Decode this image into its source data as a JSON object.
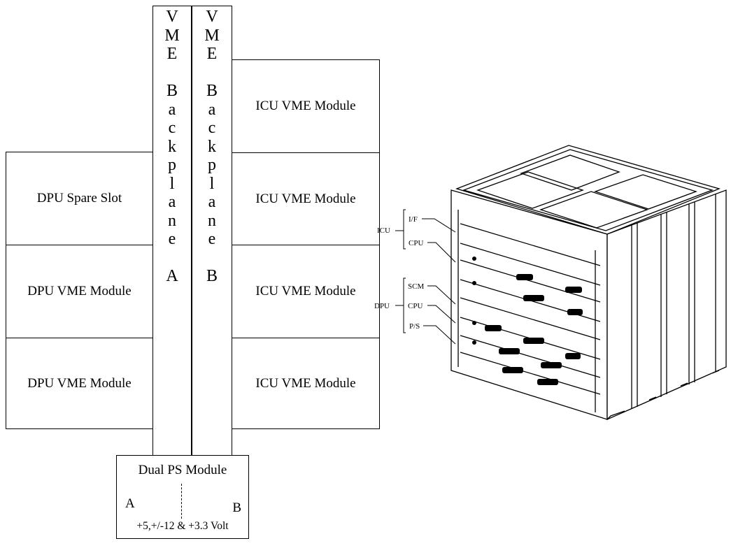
{
  "backplane_a": {
    "letters": [
      "V",
      "M",
      "E",
      "",
      "B",
      "a",
      "c",
      "k",
      "p",
      "l",
      "a",
      "n",
      "e",
      "",
      "A"
    ]
  },
  "backplane_b": {
    "letters": [
      "V",
      "M",
      "E",
      "",
      "B",
      "a",
      "c",
      "k",
      "p",
      "l",
      "a",
      "n",
      "e",
      "",
      "B"
    ]
  },
  "left_modules": [
    "DPU Spare Slot",
    "DPU VME Module",
    "DPU VME Module"
  ],
  "right_modules": [
    "ICU VME Module",
    "ICU VME Module",
    "ICU VME Module",
    "ICU VME Module"
  ],
  "power_supply": {
    "title": "Dual PS Module",
    "side_a": "A",
    "side_b": "B",
    "voltages": "+5,+/-12 & +3.3 Volt"
  },
  "photo_labels": {
    "icu": "ICU",
    "if": "I/F",
    "icu_cpu": "CPU",
    "dpu": "DPU",
    "scm": "SCM",
    "dpu_cpu": "CPU",
    "ps": "P/S"
  }
}
